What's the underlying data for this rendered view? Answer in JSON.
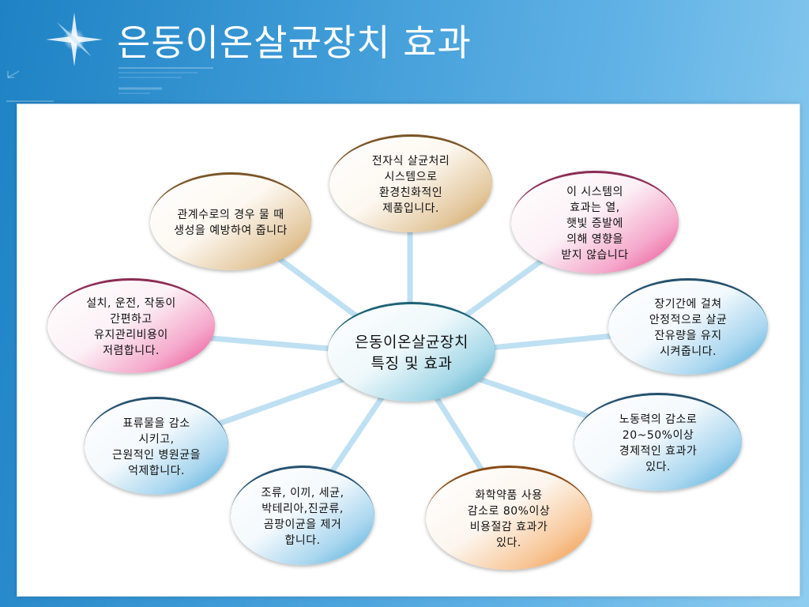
{
  "slide": {
    "title": "은동이온살균장치 효과"
  },
  "diagram": {
    "center": "은동이온살균장치\n특징 및 효과",
    "nodes": [
      {
        "id": "top",
        "text": "전자식 살균처리\n시스템으로\n환경친화적인\n제품입니다.",
        "color": "brown"
      },
      {
        "id": "upper-right",
        "text": "이 시스템의\n효과는 열,\n햇빛 증발에\n의해 영향을\n받지 않습니다",
        "color": "pink"
      },
      {
        "id": "right",
        "text": "장기간에 걸쳐\n안정적으로 살균\n잔유량을 유지\n시켜줍니다.",
        "color": "blue"
      },
      {
        "id": "lower-right",
        "text": "노동력의 감소로\n20~50%이상\n경제적인 효과가\n있다.",
        "color": "blue"
      },
      {
        "id": "bottom-right",
        "text": "화학약품 사용\n감소로 80%이상\n비용절감 효과가\n있다.",
        "color": "orange"
      },
      {
        "id": "bottom-left",
        "text": "조류, 이끼, 세균,\n박테리아,진균류,\n곰팡이균을 제거\n합니다.",
        "color": "blue"
      },
      {
        "id": "lower-left",
        "text": "표류물을 감소\n시키고,\n근원적인 병원균을\n억제합니다.",
        "color": "blue"
      },
      {
        "id": "left",
        "text": "설치, 운전, 작동이\n간편하고\n유지관리비용이\n저렴합니다.",
        "color": "pink"
      },
      {
        "id": "upper-left",
        "text": "관계수로의 경우 물 때\n생성을 예방하여 줍니다",
        "color": "brown"
      }
    ],
    "connector_color": "#bfe0f2"
  }
}
